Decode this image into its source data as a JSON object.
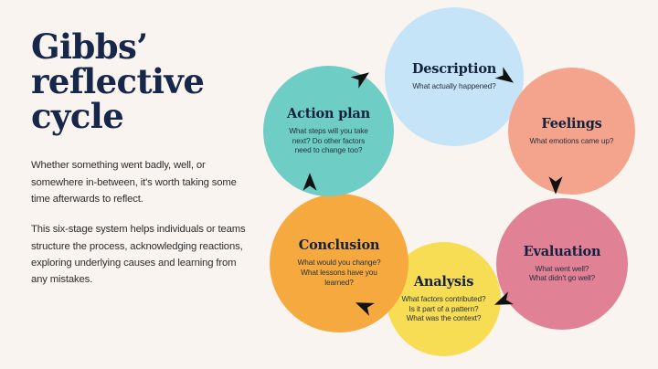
{
  "theme": {
    "background": "#faf4f0",
    "title_color": "#17274a",
    "body_color": "#2c2c2c",
    "node_title_color": "#14213d",
    "node_desc_color": "#27313f",
    "arrow_color": "#111111"
  },
  "title": "Gibbs’\nreflective\ncycle",
  "intro": [
    "Whether something went badly, well, or somewhere in-between, it's worth taking some time afterwards to reflect.",
    "This six-stage system helps individuals or teams structure the process, acknowledging reactions, exploring underlying causes and learning from any mistakes."
  ],
  "diagram": {
    "type": "cycle",
    "direction": "clockwise",
    "stage_count": 6,
    "stages": [
      {
        "id": "description",
        "label": "Description",
        "question": "What actually happened?",
        "color": "#c5e4f7",
        "position": "top"
      },
      {
        "id": "feelings",
        "label": "Feelings",
        "question": "What emotions came up?",
        "color": "#f4a48c",
        "position": "upper-right"
      },
      {
        "id": "evaluation",
        "label": "Evaluation",
        "question": "What went well?\nWhat didn't go well?",
        "color": "#e08196",
        "position": "lower-right"
      },
      {
        "id": "analysis",
        "label": "Analysis",
        "question": "What factors contributed?\nIs it part of a pattern?\nWhat was the context?",
        "color": "#f7dd54",
        "position": "bottom"
      },
      {
        "id": "conclusion",
        "label": "Conclusion",
        "question": "What would you change?\nWhat lessons have you\nlearned?",
        "color": "#f5a93f",
        "position": "lower-left"
      },
      {
        "id": "action-plan",
        "label": "Action plan",
        "question": "What steps will you take\nnext? Do other factors\nneed to change too?",
        "color": "#6ecdc4",
        "position": "upper-left"
      }
    ],
    "arrows": [
      {
        "id": "description-to-feelings",
        "from": "description",
        "to": "feelings"
      },
      {
        "id": "feelings-to-evaluation",
        "from": "feelings",
        "to": "evaluation"
      },
      {
        "id": "evaluation-to-analysis",
        "from": "evaluation",
        "to": "analysis"
      },
      {
        "id": "analysis-to-conclusion",
        "from": "analysis",
        "to": "conclusion"
      },
      {
        "id": "conclusion-to-action-plan",
        "from": "conclusion",
        "to": "action-plan"
      },
      {
        "id": "action-plan-to-description",
        "from": "action-plan",
        "to": "description"
      }
    ]
  }
}
